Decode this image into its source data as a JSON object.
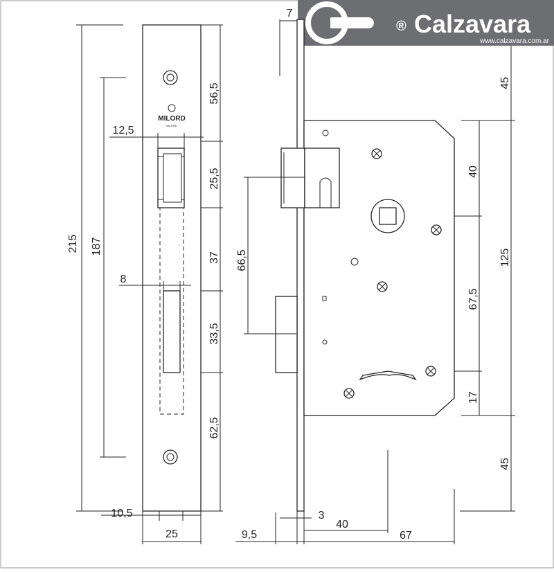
{
  "brand": {
    "name": "Calzavara",
    "registered_mark": "®",
    "website": "www.calzavara.com.ar",
    "bar_color": "#6d6e71"
  },
  "faceplate": {
    "logo_text": "MILORD",
    "logo_subtext": "MILORD",
    "dims": {
      "total_height": "215",
      "screw_spacing": "187",
      "latch_width": "12,5",
      "bolt_width": "8",
      "edge_offset": "10,5",
      "plate_width": "25",
      "seg_top": "56,5",
      "seg_latch": "25,5",
      "seg_mid": "37",
      "seg_bolt": "33,5",
      "seg_bottom": "62,5"
    }
  },
  "lock_body": {
    "dims": {
      "thickness_top": "7",
      "handle_to_key": "66,5",
      "top_offset": "45",
      "case_upper": "40",
      "case_height": "125",
      "case_mid": "67,5",
      "case_lower": "17",
      "bottom_offset": "45",
      "plate_thickness": "3",
      "backset": "40",
      "case_depth": "67",
      "front_offset": "9,5"
    }
  }
}
